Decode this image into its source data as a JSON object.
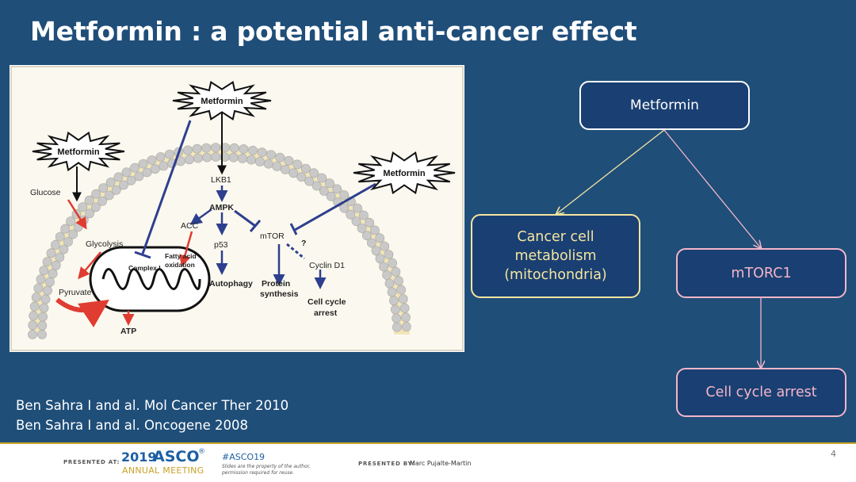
{
  "slide": {
    "title": "Metformin : a potential anti-cancer effect",
    "page_number": "4"
  },
  "figure": {
    "drug_labels": [
      "Metformin",
      "Metformin",
      "Metformin"
    ],
    "labels": {
      "glucose": "Glucose",
      "glycolysis": "Glycolysis",
      "pyruvate": "Pyruvate",
      "atp": "ATP",
      "complex1": "Complex I",
      "fatty_acid_1": "Fatty acid",
      "fatty_acid_2": "oxidation",
      "acc": "ACC",
      "lkb1": "LKB1",
      "ampk": "AMPK",
      "p53": "p53",
      "autophagy": "Autophagy",
      "mtor": "mTOR",
      "protein_1": "Protein",
      "protein_2": "synthesis",
      "question": "?",
      "cyclin_d1": "Cyclin D1",
      "arrest_1": "Cell cycle",
      "arrest_2": "arrest"
    }
  },
  "flow": {
    "metformin": "Metformin",
    "cancer_metabolism": [
      "Cancer cell",
      "metabolism",
      "(mitochondria)"
    ],
    "mtorc1": "mTORC1",
    "cell_cycle_arrest": "Cell cycle arrest"
  },
  "references": [
    "Ben Sahra I and al. Mol Cancer Ther 2010",
    "Ben Sahra I and al. Oncogene 2008"
  ],
  "footer": {
    "presented_at": "PRESENTED AT:",
    "asco_year": "2019",
    "asco_name": "ASCO",
    "annual_meeting": "ANNUAL MEETING",
    "hashtag": "#ASCO19",
    "disclaimer_1": "Slides are the property of the author,",
    "disclaimer_2": "permission required for reuse.",
    "presented_by": "PRESENTED BY:",
    "presenter": "Marc Pujalte-Martin"
  },
  "colors": {
    "background": "#1f4e79",
    "yellow_box": "#f5e6a0",
    "pink_box": "#f3b6c9",
    "arrow_red": "#e03c31",
    "arrow_blue": "#2e3f8f",
    "asco_blue": "#1d5fa3",
    "gold": "#c9a227"
  }
}
